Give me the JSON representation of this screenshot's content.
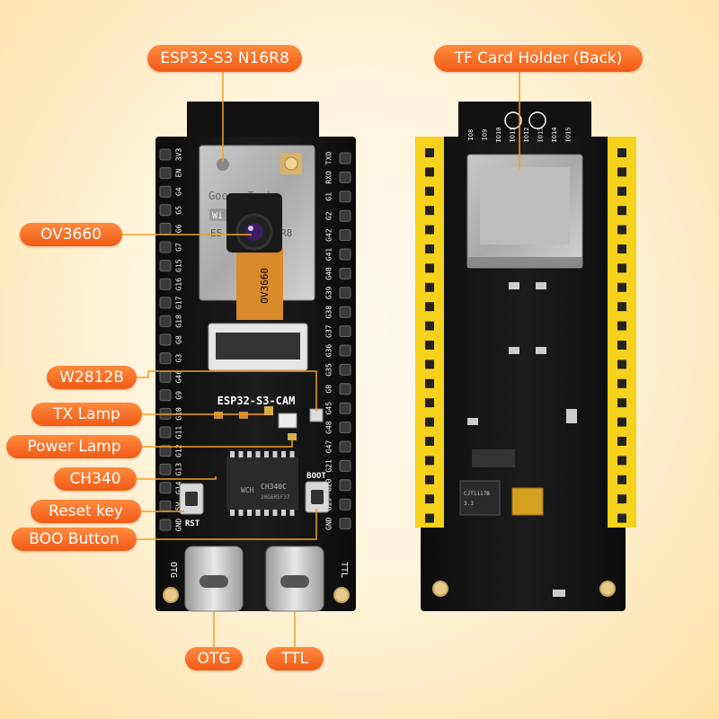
{
  "callouts": {
    "module": "ESP32-S3 N16R8",
    "tf_card": "TF Card Holder (Back)",
    "camera": "OV3660",
    "led": "W2812B",
    "tx_lamp": "TX Lamp",
    "power_lamp": "Power Lamp",
    "ch340": "CH340",
    "reset_key": "Reset key",
    "boot_button": "BOO Button",
    "otg": "OTG",
    "ttl": "TTL"
  },
  "board": {
    "silkscreen_title": "ESP32-S3-CAM",
    "camera_flex_label": "OV3660",
    "module_brand": "GoouuuTech",
    "module_logo": "Wi",
    "module_text": "ES",
    "module_text_right": "R8",
    "chip_label": "CH340C",
    "chip_code": "20G6R5F37",
    "chip_logo": "WCH",
    "boot_label": "BOOT",
    "rst_label": "RST",
    "otg_label": "OTG",
    "ttl_label": "TTL",
    "left_header_pins": [
      "3V3",
      "EN",
      "G4",
      "G5",
      "G6",
      "G7",
      "G15",
      "G16",
      "G17",
      "G18",
      "G8",
      "G3",
      "G46",
      "G9",
      "G10",
      "G11",
      "G12",
      "G13",
      "G14",
      "5V",
      "GND"
    ],
    "right_header_pins": [
      "TXO",
      "RXO",
      "G1",
      "G2",
      "G42",
      "G41",
      "G40",
      "G39",
      "G38",
      "G37",
      "G36",
      "G35",
      "G0",
      "G45",
      "G48",
      "G47",
      "G21",
      "G20",
      "G19",
      "GND"
    ],
    "back_top_pins": [
      "IO8",
      "IO9",
      "IO10",
      "IO11",
      "IO12",
      "IO13",
      "IO14",
      "IO15"
    ],
    "regulator_label": "CJT1117B",
    "regulator_code": "3.3"
  },
  "colors": {
    "callout": "#f25b16",
    "pcb": "#141414",
    "header_yellow": "#f6d21c",
    "leader_line": "#f5a020"
  }
}
